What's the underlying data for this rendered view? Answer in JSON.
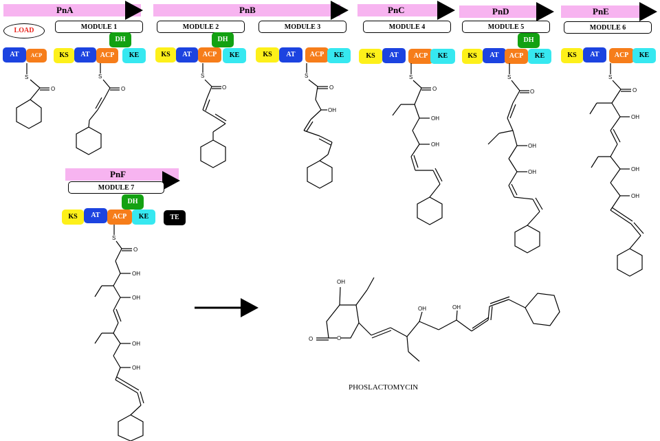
{
  "genes": [
    {
      "name": "PnA",
      "module": "MODULE 1"
    },
    {
      "name": "PnB",
      "modules": [
        "MODULE 2",
        "MODULE 3"
      ]
    },
    {
      "name": "PnC",
      "module": "MODULE 4"
    },
    {
      "name": "PnD",
      "module": "MODULE 5"
    },
    {
      "name": "PnE",
      "module": "MODULE 6"
    },
    {
      "name": "PnF",
      "module": "MODULE 7"
    }
  ],
  "load_label": "LOAD",
  "domains": {
    "ks": "KS",
    "at": "AT",
    "acp": "ACP",
    "ke": "KE",
    "dh": "DH",
    "te": "TE"
  },
  "atoms": {
    "s": "S",
    "o": "O",
    "oh": "OH"
  },
  "product_name": "PHOSLACTOMYCIN",
  "colors": {
    "gene_bar": "#f7b4f0",
    "ks": "#fdf01a",
    "at": "#1c43e0",
    "acp": "#f67d1a",
    "ke": "#36e8f0",
    "dh": "#13a112",
    "te": "#000000",
    "load_text": "#e8231c"
  }
}
